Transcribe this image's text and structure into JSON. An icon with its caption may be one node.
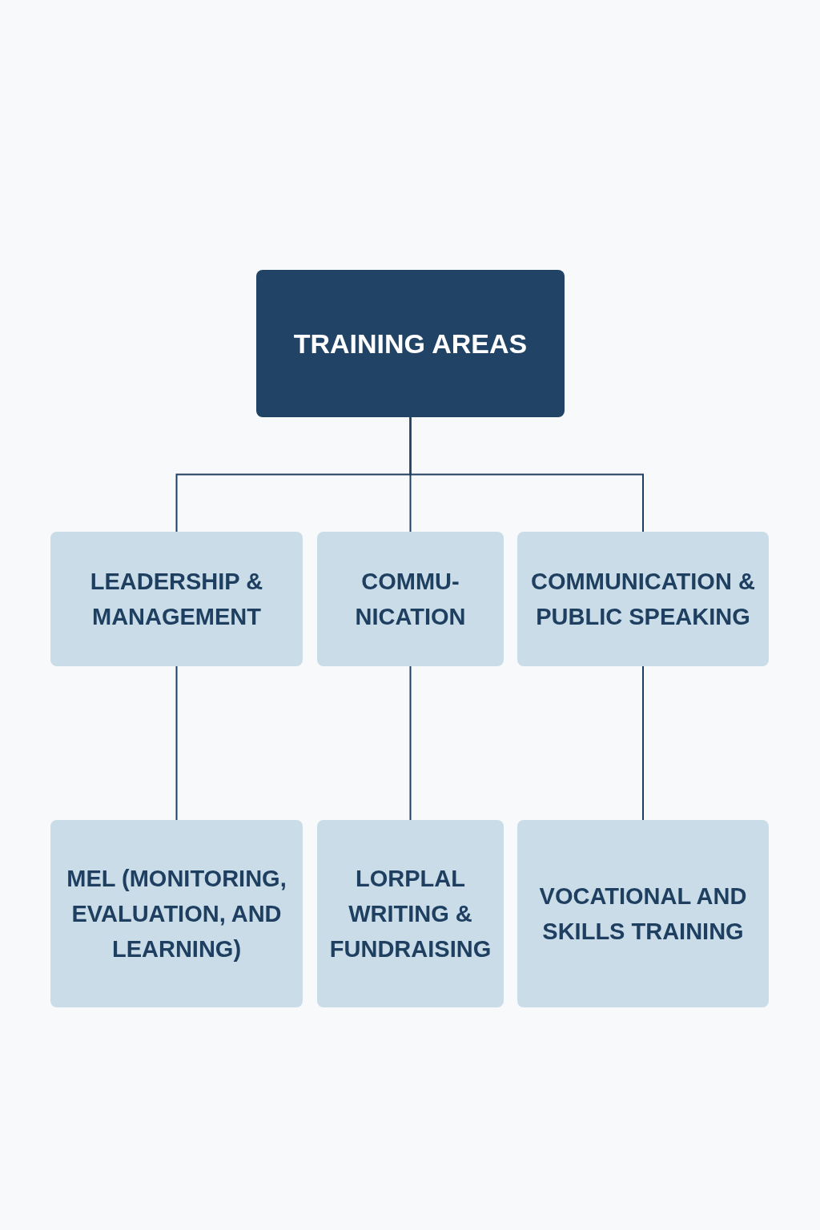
{
  "diagram": {
    "nodes": [
      {
        "text": [
          "TRAINING AREAS"
        ]
      },
      {
        "text": [
          "LEADERSHIP & MANAGEMENT"
        ]
      },
      {
        "text": [
          "COMMU- NICATION"
        ]
      },
      {
        "text": [
          "COMMUNICATION & PUBLIC SPEAKING"
        ]
      },
      {
        "text": [
          "MEL (MONITORING, EVALUATION, AND LEARNING)"
        ]
      },
      {
        "text": [
          "LORPLAL WRITING & FUNDRAISING"
        ]
      },
      {
        "text": [
          "VOCATIONAL AND SKILLS TRAINING"
        ]
      }
    ],
    "edges": [
      {
        "from": 0,
        "to": 1,
        "arrow": "none"
      },
      {
        "from": 0,
        "to": 2,
        "arrow": "none"
      },
      {
        "from": 0,
        "to": 3,
        "arrow": "none"
      },
      {
        "from": 1,
        "to": 4,
        "arrow": "none"
      },
      {
        "from": 2,
        "to": 5,
        "arrow": "none"
      },
      {
        "from": 3,
        "to": 6,
        "arrow": "none"
      }
    ]
  }
}
